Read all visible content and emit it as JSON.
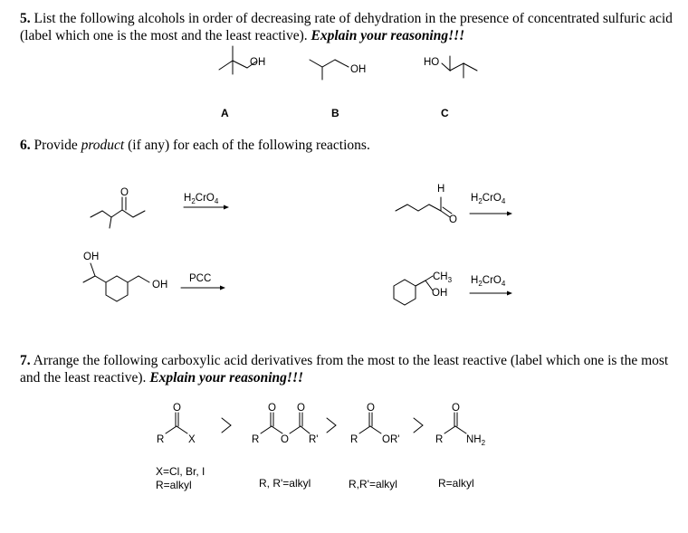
{
  "q5": {
    "number": "5.",
    "text": "List the following alcohols in order of decreasing rate of dehydration in the presence of concentrated sulfuric acid (label which one is the most and the least reactive).",
    "emph": "Explain your reasoning!!!",
    "labels": [
      "A",
      "B",
      "C"
    ],
    "oh": "OH",
    "ho": "HO"
  },
  "q6": {
    "number": "6.",
    "pre": "Provide",
    "emph": "product",
    "post": "(if any) for each of the following reactions.",
    "reagent_1": "H2CrO4",
    "reagent_2": "H2CrO4",
    "reagent_3": "PCC",
    "reagent_4": "H2CrO4",
    "o": "O",
    "h": "H",
    "oh": "OH",
    "ch3": "CH3"
  },
  "q7": {
    "number": "7.",
    "text": "Arrange the following carboxylic acid derivatives from the most to the least reactive (label which one is the most and the least reactive).",
    "emph": "Explain your reasoning!!!",
    "r": "R",
    "x": "X",
    "o": "O",
    "rp": "R'",
    "orp": "OR'",
    "nh2": "NH2",
    "gt": ">",
    "cap1_line1": "X=Cl, Br, I",
    "cap1_line2": "R=alkyl",
    "cap2": "R, R'=alkyl",
    "cap3": "R,R'=alkyl",
    "cap4": "R=alkyl"
  }
}
